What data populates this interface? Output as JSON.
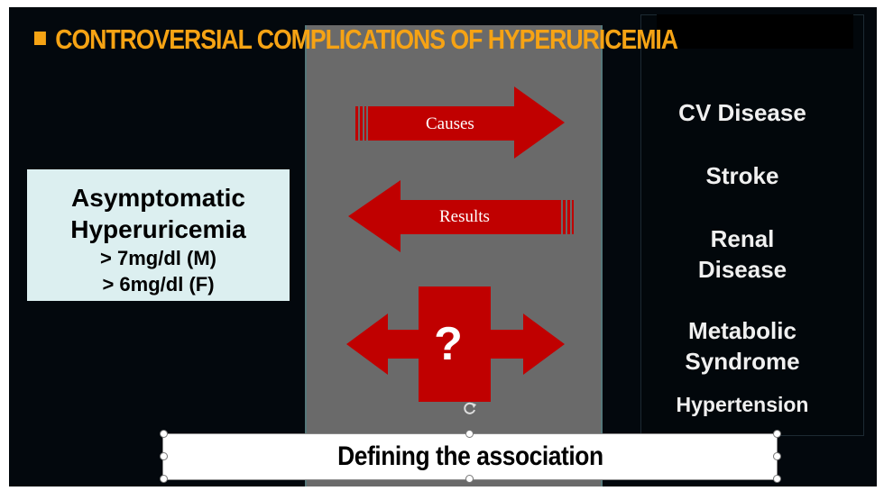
{
  "slide": {
    "title": "CONTROVERSIAL COMPLICATIONS OF HYPERURICEMIA",
    "left_box": {
      "line1": "Asymptomatic",
      "line2": "Hyperuricemia",
      "line3": "> 7mg/dl (M)",
      "line4": "> 6mg/dl (F)"
    },
    "arrows": {
      "causes_label": "Causes",
      "results_label": "Results",
      "question_label": "?"
    },
    "right_items": {
      "cv": "CV Disease",
      "stroke": "Stroke",
      "renal_1": "Renal",
      "renal_2": "Disease",
      "metabolic_1": "Metabolic",
      "metabolic_2": "Syndrome",
      "hypertension": "Hypertension"
    },
    "caption": "Defining the association"
  },
  "colors": {
    "title": "#f6a314",
    "arrow_red": "#c00000",
    "background": "#03080d",
    "center_panel": "#6a6a6a",
    "left_box": "#dceff0"
  },
  "icons": {
    "rotate": "rotate-handle-icon",
    "title_bullet": "square-bullet-icon"
  }
}
